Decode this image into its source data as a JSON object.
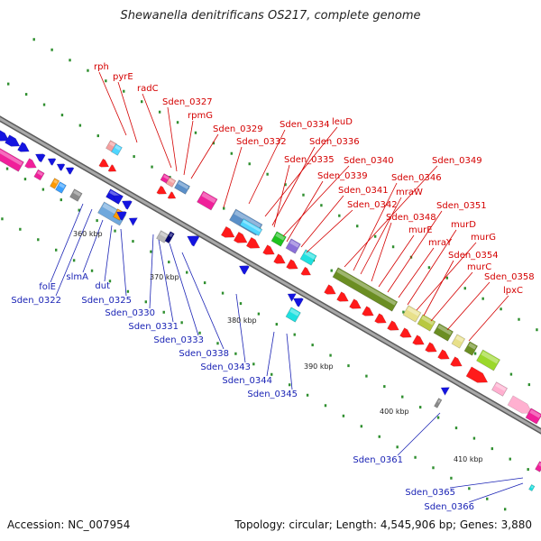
{
  "title": "Shewanella denitrificans OS217, complete genome",
  "accession": "Accession: NC_007954",
  "stats": "Topology: circular; Length: 4,545,906 bp; Genes: 3,880",
  "colors": {
    "forward_label": "#d40000",
    "reverse_label": "#1a23b5",
    "backbone": "#8a8a8a"
  },
  "ticks": [
    {
      "label": "360 kbp"
    },
    {
      "label": "370 kbp"
    },
    {
      "label": "380 kbp"
    },
    {
      "label": "390 kbp"
    },
    {
      "label": "400 kbp"
    },
    {
      "label": "410 kbp"
    }
  ],
  "forward_genes": [
    {
      "label": "rph"
    },
    {
      "label": "pyrE"
    },
    {
      "label": "radC"
    },
    {
      "label": "Sden_0327"
    },
    {
      "label": "rpmG"
    },
    {
      "label": "Sden_0329"
    },
    {
      "label": "Sden_0332"
    },
    {
      "label": "Sden_0334"
    },
    {
      "label": "leuD"
    },
    {
      "label": "Sden_0336"
    },
    {
      "label": "Sden_0335"
    },
    {
      "label": "Sden_0340"
    },
    {
      "label": "Sden_0339"
    },
    {
      "label": "Sden_0341"
    },
    {
      "label": "Sden_0342"
    },
    {
      "label": "Sden_0349"
    },
    {
      "label": "Sden_0346"
    },
    {
      "label": "mraW"
    },
    {
      "label": "Sden_0348"
    },
    {
      "label": "murE"
    },
    {
      "label": "Sden_0351"
    },
    {
      "label": "mraY"
    },
    {
      "label": "murD"
    },
    {
      "label": "murG"
    },
    {
      "label": "Sden_0354"
    },
    {
      "label": "murC"
    },
    {
      "label": "Sden_0358"
    },
    {
      "label": "lpxC"
    }
  ],
  "reverse_genes": [
    {
      "label": "folE"
    },
    {
      "label": "Sden_0322"
    },
    {
      "label": "slmA"
    },
    {
      "label": "dut"
    },
    {
      "label": "Sden_0325"
    },
    {
      "label": "Sden_0330"
    },
    {
      "label": "Sden_0331"
    },
    {
      "label": "Sden_0333"
    },
    {
      "label": "Sden_0338"
    },
    {
      "label": "Sden_0343"
    },
    {
      "label": "Sden_0344"
    },
    {
      "label": "Sden_0345"
    },
    {
      "label": "Sden_0361"
    },
    {
      "label": "Sden_0365"
    },
    {
      "label": "Sden_0366"
    }
  ]
}
